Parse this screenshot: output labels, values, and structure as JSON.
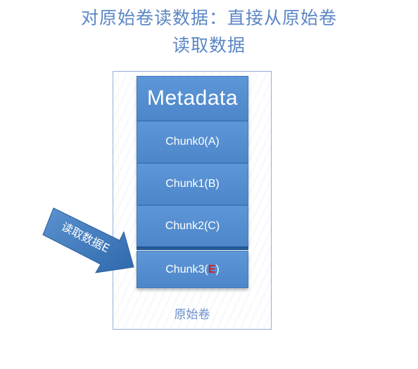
{
  "title": {
    "line1": "对原始卷读数据：直接从原始卷",
    "line2": "读取数据"
  },
  "volume": {
    "label": "原始卷"
  },
  "blocks": {
    "metadata": "Metadata",
    "chunk0": "Chunk0(A)",
    "chunk1": "Chunk1(B)",
    "chunk2": "Chunk2(C)",
    "chunk3_prefix": "Chunk3(",
    "chunk3_highlight": "E",
    "chunk3_suffix": ")"
  },
  "arrow": {
    "label": "读取数据E"
  },
  "colors": {
    "title": "#5b86c5",
    "block": "#4f8bd0",
    "highlight": "#d21c1c",
    "arrow": "#3f79b8"
  }
}
